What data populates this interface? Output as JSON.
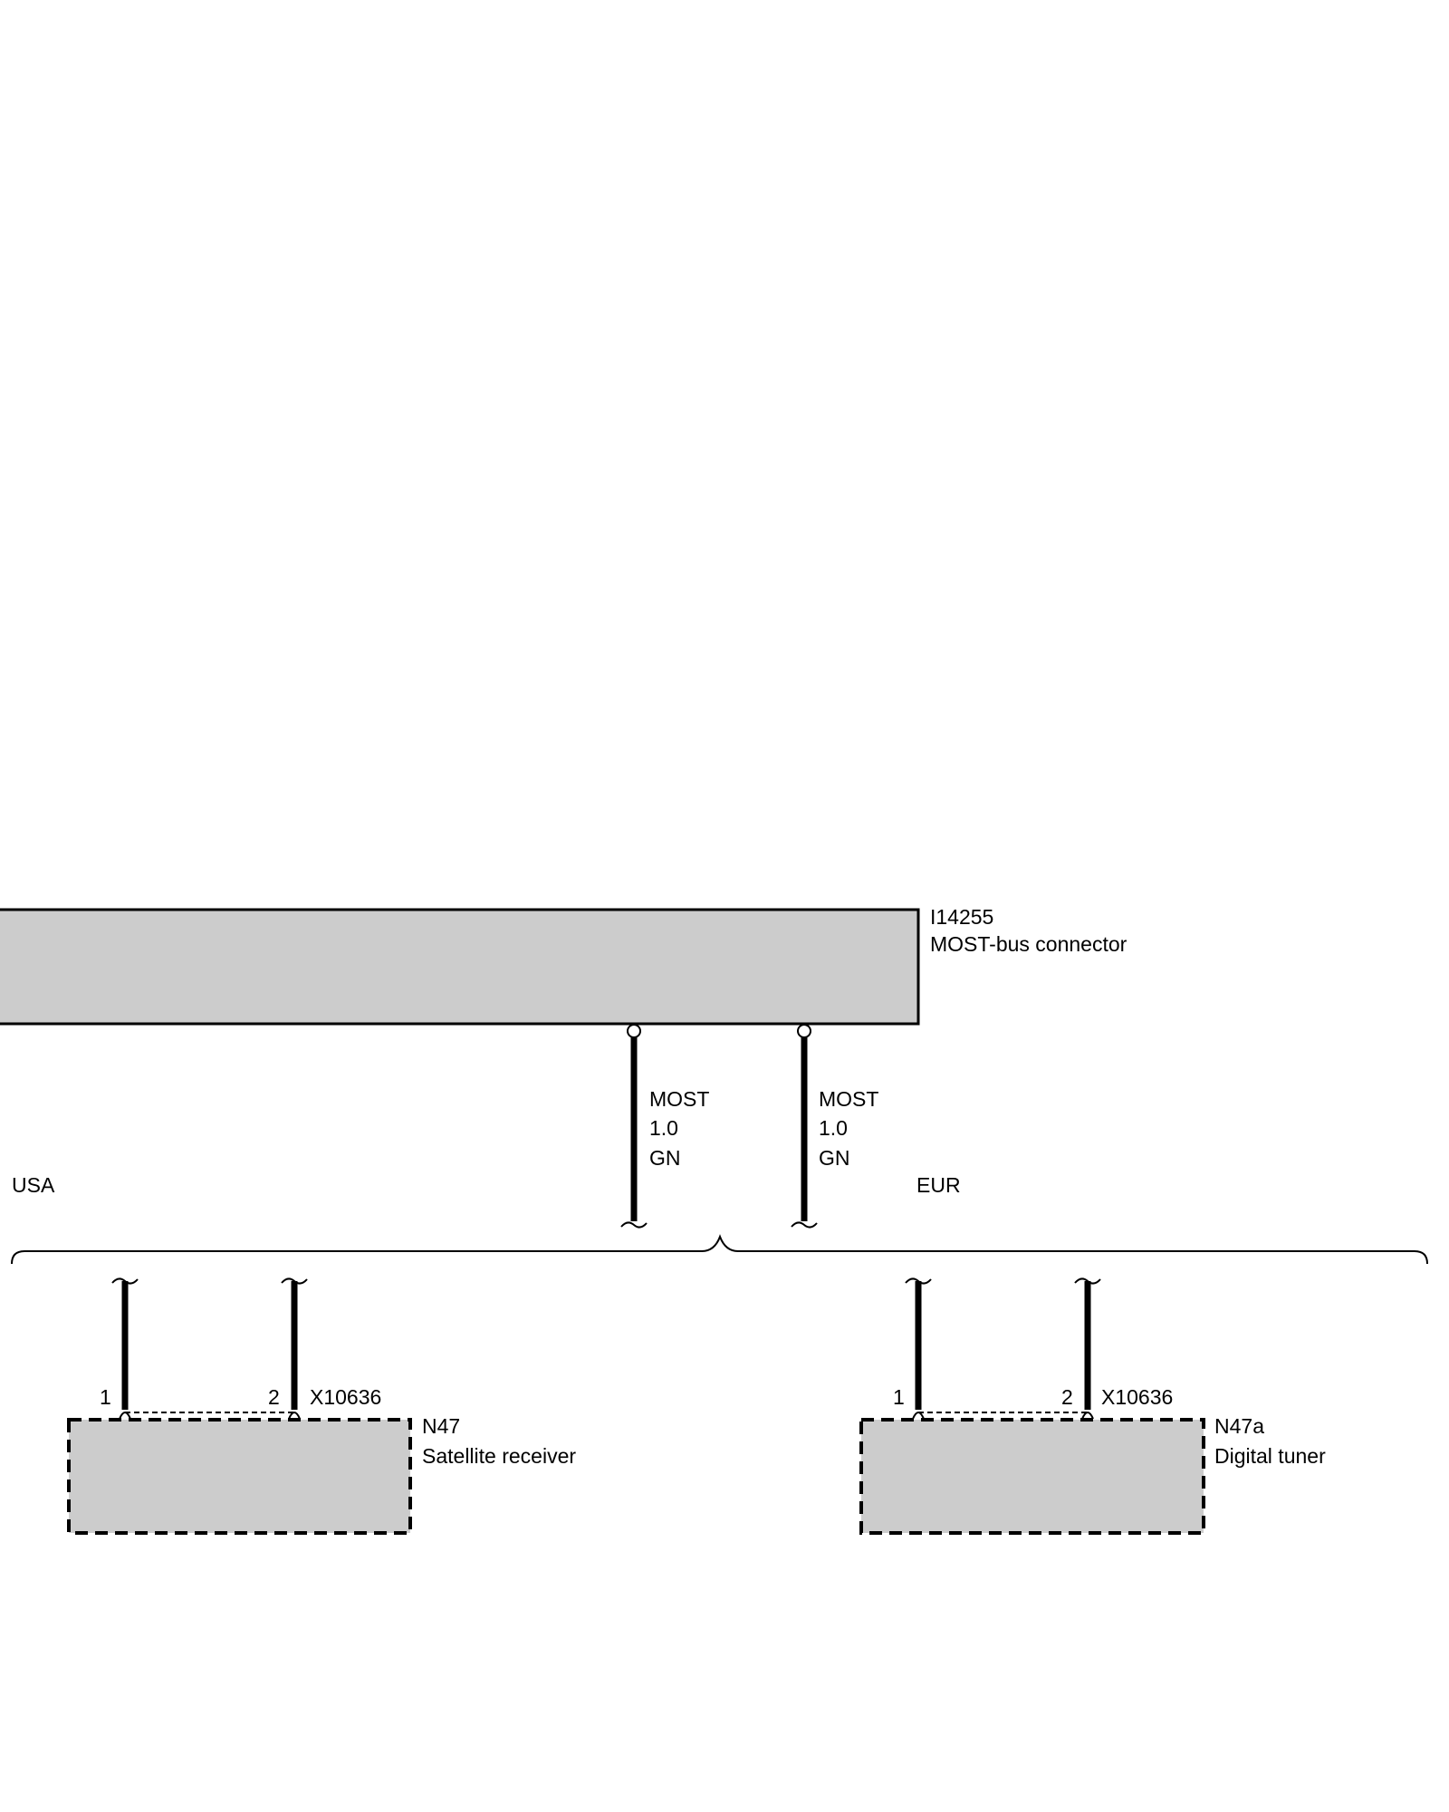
{
  "connector": {
    "id": "I14255",
    "name": "MOST-bus connector"
  },
  "wires": [
    {
      "line1": "MOST",
      "line2": "1.0",
      "line3": "GN"
    },
    {
      "line1": "MOST",
      "line2": "1.0",
      "line3": "GN"
    }
  ],
  "regions": {
    "left": "USA",
    "right": "EUR"
  },
  "modules": [
    {
      "id": "N47",
      "name": "Satellite receiver",
      "connector": "X10636",
      "pin1": "1",
      "pin2": "2"
    },
    {
      "id": "N47a",
      "name": "Digital tuner",
      "connector": "X10636",
      "pin1": "1",
      "pin2": "2"
    }
  ],
  "colors": {
    "fill": "#cccccc",
    "line": "#000000"
  }
}
